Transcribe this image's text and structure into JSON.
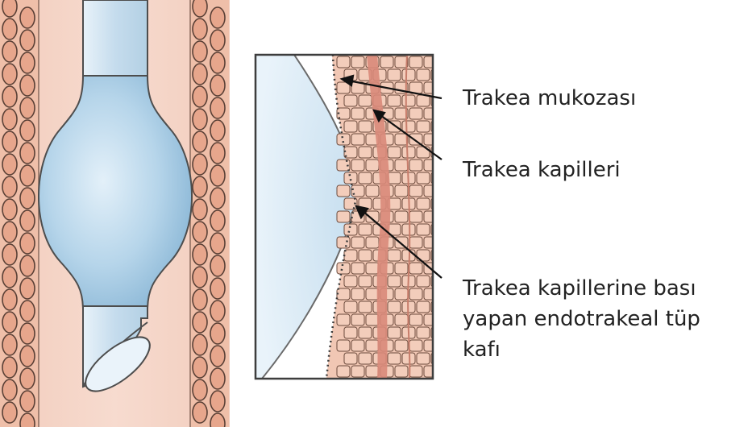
{
  "labels": {
    "mucosa": "Trakea mukozası",
    "capillaries": "Trakea kapilleri",
    "cuff_line1": "Trakea kapillerine bası",
    "cuff_line2": "yapan endotrakeal tüp",
    "cuff_line3": "kafı"
  },
  "colors": {
    "tissue": "#f0c9b8",
    "tissue_light": "#f6d9cc",
    "cells_fill": "#efb79f",
    "cells_stroke": "#6b4a3c",
    "tube": "#c6dcec",
    "cuff": "#a9cbe3",
    "capillary": "#d98b78",
    "outline": "#555555",
    "text": "#222222"
  }
}
